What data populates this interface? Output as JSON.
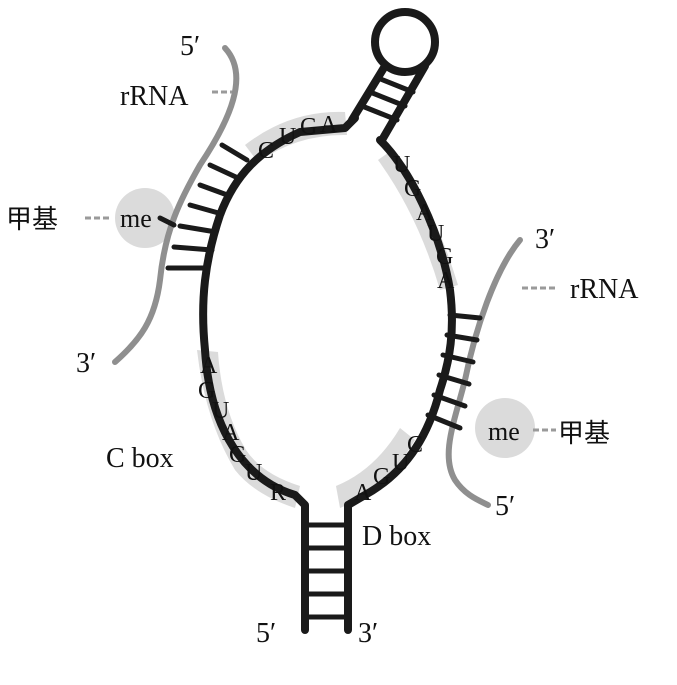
{
  "labels": {
    "five_prime": "5′",
    "three_prime": "3′",
    "rrna": "rRNA",
    "me": "me",
    "methyl": "甲基",
    "c_box": "C box",
    "d_box": "D box"
  },
  "sequences": {
    "top_left": [
      "C",
      "U",
      "G",
      "A"
    ],
    "right": [
      "U",
      "G",
      "A",
      "U",
      "G",
      "A"
    ],
    "c_box": [
      "A",
      "G",
      "U",
      "A",
      "G",
      "U",
      "R"
    ],
    "d_box": [
      "A",
      "G",
      "U",
      "C"
    ]
  },
  "colors": {
    "strand": "#1a1a1a",
    "rrna": "#8f8f8f",
    "highlight": "#cfcfcf",
    "text": "#111111"
  }
}
